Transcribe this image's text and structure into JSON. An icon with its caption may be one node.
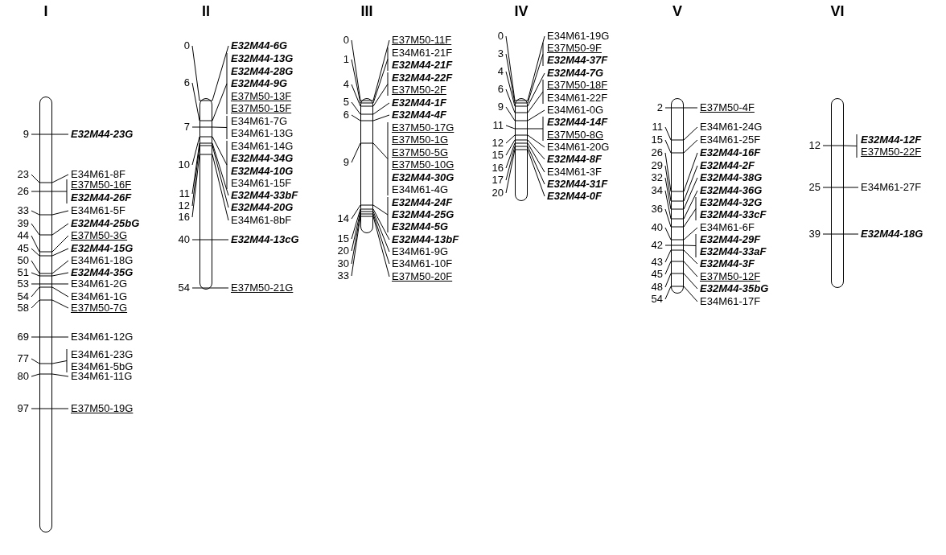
{
  "diagram": {
    "nodes": [
      {
        "text": [],
        "shape": "bar"
      },
      {
        "text": [],
        "shape": "bar"
      },
      {
        "text": [],
        "shape": "bar"
      },
      {
        "text": [],
        "shape": "bar"
      },
      {
        "text": [],
        "shape": "bar"
      },
      {
        "text": [],
        "shape": "bar"
      }
    ],
    "labels": [
      "I",
      "II",
      "III",
      "IV",
      "V",
      "VI",
      "9",
      "23",
      "26",
      "33",
      "39",
      "44",
      "45",
      "50",
      "51",
      "53",
      "54",
      "58",
      "69",
      "77",
      "80",
      "97",
      "E32M44-23G",
      "E34M61-8F",
      "E37M50-16F",
      "E32M44-26F",
      "E34M61-5F",
      "E32M44-25bG",
      "E37M50-3G",
      "E32M44-15G",
      "E34M61-18G",
      "E32M44-35G",
      "E34M61-2G",
      "E34M61-1G",
      "E37M50-7G",
      "E34M61-12G",
      "E34M61-23G",
      "E34M61-5bG",
      "E34M61-11G",
      "E37M50-19G",
      "0",
      "6",
      "7",
      "10",
      "11",
      "12",
      "16",
      "40",
      "54",
      "E32M44-6G",
      "E32M44-13G",
      "E32M44-28G",
      "E32M44-9G",
      "E37M50-13F",
      "E37M50-15F",
      "E34M61-7G",
      "E34M61-13G",
      "E34M61-14G",
      "E32M44-34G",
      "E32M44-10G",
      "E34M61-15F",
      "E32M44-33bF",
      "E32M44-20G",
      "E34M61-8bF",
      "E32M44-13cG",
      "E37M50-21G",
      "0",
      "1",
      "4",
      "5",
      "6",
      "9",
      "14",
      "15",
      "20",
      "30",
      "33",
      "E37M50-11F",
      "E34M61-21F",
      "E32M44-21F",
      "E32M44-22F",
      "E37M50-2F",
      "E32M44-1F",
      "E32M44-4F",
      "E37M50-17G",
      "E37M50-1G",
      "E37M50-5G",
      "E37M50-10G",
      "E32M44-30G",
      "E34M61-4G",
      "E32M44-24F",
      "E32M44-25G",
      "E32M44-5G",
      "E32M44-13bF",
      "E34M61-9G",
      "E34M61-10F",
      "E37M50-20F",
      "0",
      "3",
      "4",
      "6",
      "9",
      "11",
      "12",
      "15",
      "16",
      "17",
      "20",
      "E34M61-19G",
      "E37M50-9F",
      "E32M44-37F",
      "E32M44-7G",
      "E37M50-18F",
      "E34M61-22F",
      "E34M61-0G",
      "E32M44-14F",
      "E37M50-8G",
      "E34M61-20G",
      "E32M44-8F",
      "E34M61-3F",
      "E32M44-31F",
      "E32M44-0F",
      "2",
      "11",
      "15",
      "26",
      "29",
      "32",
      "34",
      "36",
      "40",
      "42",
      "43",
      "45",
      "48",
      "54",
      "E37M50-4F",
      "E34M61-24G",
      "E34M61-25F",
      "E32M44-16F",
      "E32M44-2F",
      "E32M44-38G",
      "E32M44-36G",
      "E32M44-32G",
      "E32M44-33cF",
      "E34M61-6F",
      "E32M44-29F",
      "E32M44-33aF",
      "E32M44-3F",
      "E37M50-12F",
      "E32M44-35bG",
      "E34M61-17F",
      "12",
      "25",
      "39",
      "E32M44-12F",
      "E37M50-22F",
      "E34M61-27F",
      "E32M44-18G"
    ]
  }
}
